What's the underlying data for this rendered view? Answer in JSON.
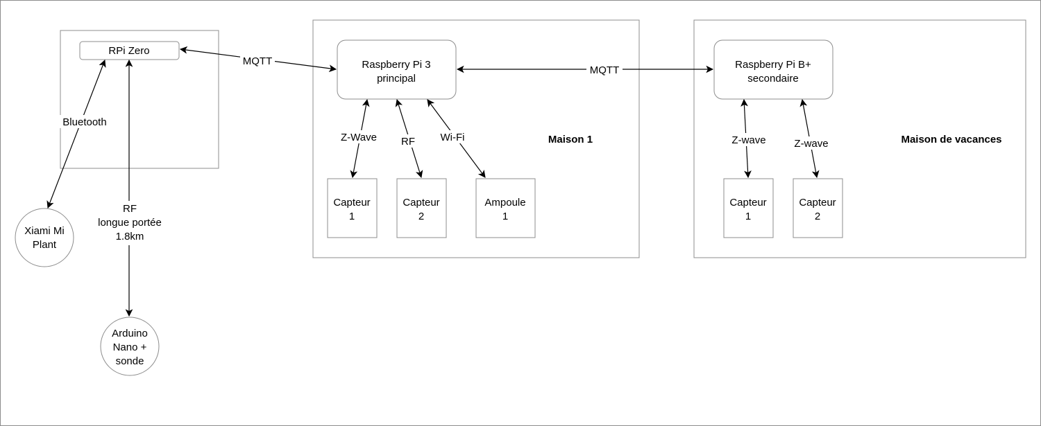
{
  "nodes": {
    "rpi_zero": "RPi Zero",
    "rpi3": [
      "Raspberry Pi 3",
      "principal"
    ],
    "rpib": [
      "Raspberry Pi B+",
      "secondaire"
    ],
    "xiaomi": [
      "Xiami Mi",
      "Plant"
    ],
    "arduino": [
      "Arduino",
      "Nano +",
      "sonde"
    ],
    "capteur1_m1": [
      "Capteur",
      "1"
    ],
    "capteur2_m1": [
      "Capteur",
      "2"
    ],
    "ampoule1_m1": [
      "Ampoule",
      "1"
    ],
    "capteur1_mv": [
      "Capteur",
      "1"
    ],
    "capteur2_mv": [
      "Capteur",
      "2"
    ]
  },
  "groups": {
    "maison1": "Maison 1",
    "maison_vacances": "Maison de vacances"
  },
  "edges": {
    "mqtt_left": "MQTT",
    "mqtt_right": "MQTT",
    "bluetooth": "Bluetooth",
    "rf_long": [
      "RF",
      "longue portée",
      "1.8km"
    ],
    "zwave_m1": "Z-Wave",
    "rf_m1": "RF",
    "wifi_m1": "Wi-Fi",
    "zwave_mv1": "Z-wave",
    "zwave_mv2": "Z-wave"
  },
  "colors": {
    "stroke": "#000000",
    "box_stroke": "#8c8c8c",
    "background": "#ffffff"
  }
}
